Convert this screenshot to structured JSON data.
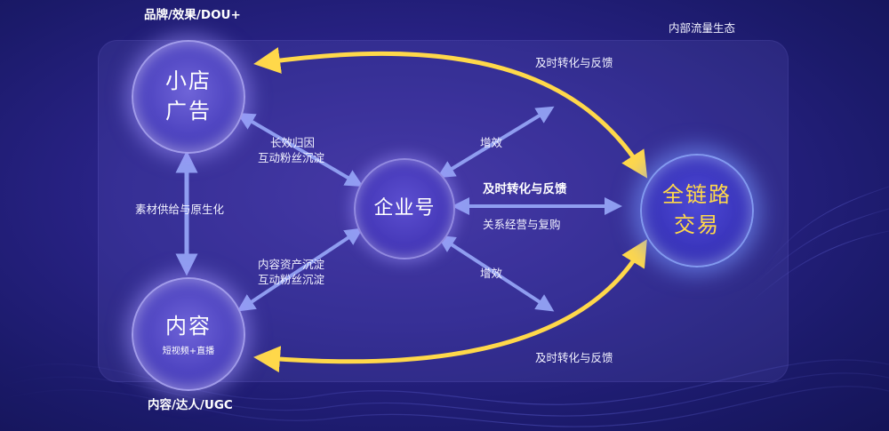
{
  "title_region": "内部流量生态",
  "nodes": {
    "ad": {
      "line1": "小店",
      "line2": "广告",
      "top_label": "品牌/效果/DOU+"
    },
    "content": {
      "title": "内容",
      "subtitle": "短视频+直播",
      "bottom_label": "内容/达人/UGC"
    },
    "enterprise": {
      "title": "企业号"
    },
    "trade": {
      "line1": "全链路",
      "line2": "交易"
    }
  },
  "edges": {
    "ad_trade": "及时转化与反馈",
    "content_trade": "及时转化与反馈",
    "ad_content": "素材供给与原生化",
    "ad_enterprise_line1": "长效归因",
    "ad_enterprise_line2": "互动粉丝沉淀",
    "content_enterprise_line1": "内容资产沉淀",
    "content_enterprise_line2": "互动粉丝沉淀",
    "enterprise_trade_top": "及时转化与反馈",
    "enterprise_trade_bottom": "关系经营与复购",
    "boost_upper": "增效",
    "boost_lower": "增效"
  },
  "colors": {
    "yellow_arrow": "#ffd84a",
    "light_arrow": "#8f9df0",
    "trade_text": "#ffd84a"
  }
}
